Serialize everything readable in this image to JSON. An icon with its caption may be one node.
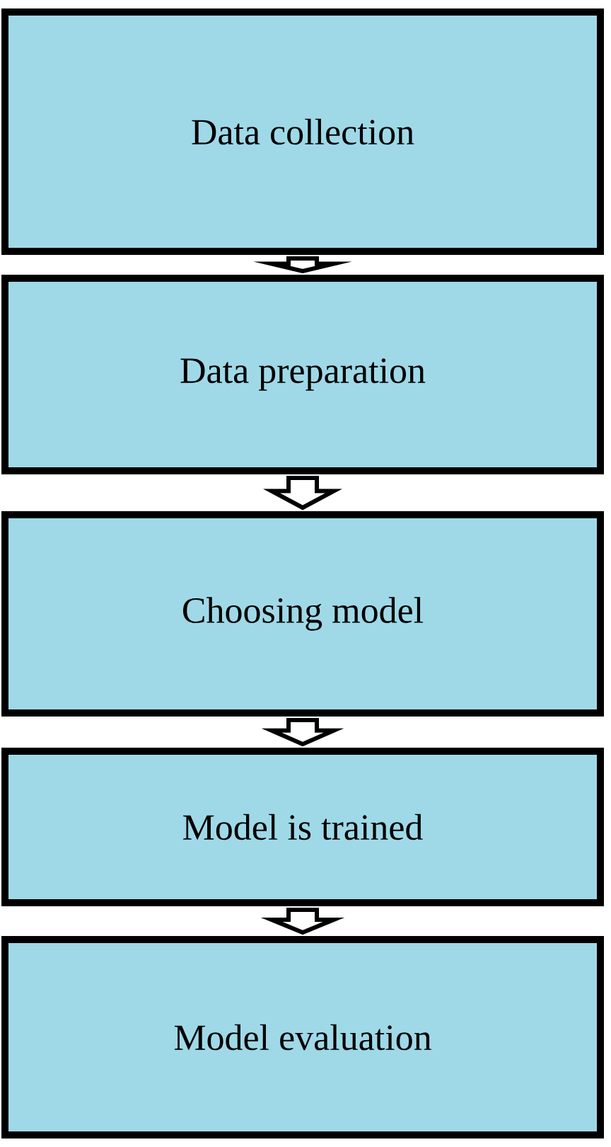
{
  "diagram": {
    "nodes": [
      {
        "text": [
          "Data collection"
        ]
      },
      {
        "text": [
          "Data preparation"
        ]
      },
      {
        "text": [
          "Choosing model"
        ]
      },
      {
        "text": [
          "Model is trained"
        ]
      },
      {
        "text": [
          "Model evaluation"
        ]
      }
    ],
    "edges": [
      {
        "from": 0,
        "to": 1,
        "arrow": "to"
      },
      {
        "from": 1,
        "to": 2,
        "arrow": "to"
      },
      {
        "from": 2,
        "to": 3,
        "arrow": "to"
      },
      {
        "from": 3,
        "to": 4,
        "arrow": "to"
      }
    ]
  }
}
